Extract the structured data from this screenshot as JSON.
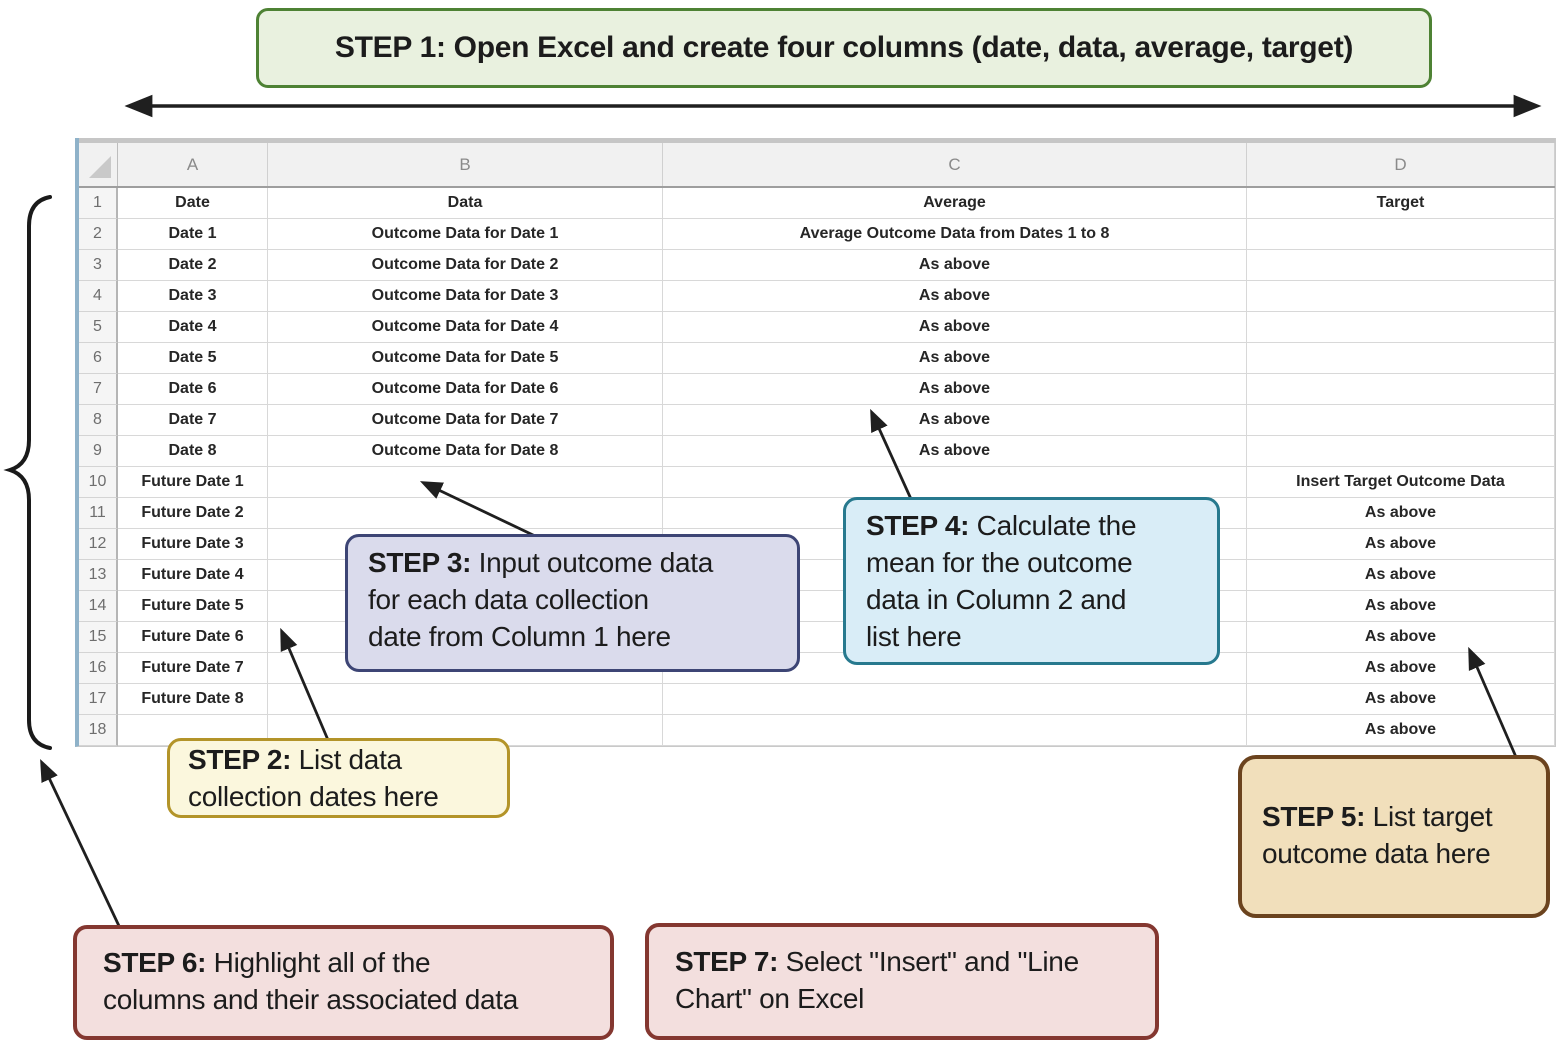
{
  "step1": {
    "prefix": "STEP 1:",
    "text": "Open Excel and create four columns (date, data, average, target)"
  },
  "callouts": [
    {
      "id": "step2",
      "prefix": "STEP 2:",
      "text": " List data\ncollection dates here",
      "fill": "#fbf7dd",
      "border": "#b39429"
    },
    {
      "id": "step3",
      "prefix": "STEP 3:",
      "text": " Input outcome data\nfor each data collection\ndate from Column 1 here",
      "fill": "#dadbec",
      "border": "#3d4575"
    },
    {
      "id": "step4",
      "prefix": "STEP 4:",
      "text": " Calculate the\nmean for the outcome\ndata in Column 2 and\nlist here",
      "fill": "#d9edf7",
      "border": "#27798e"
    },
    {
      "id": "step5",
      "prefix": "STEP 5:",
      "text": " List target\noutcome data here",
      "fill": "#f1dfbb",
      "border": "#6b431e"
    },
    {
      "id": "step6",
      "prefix": "STEP 6:",
      "text": " Highlight all of the\ncolumns and their associated data",
      "fill": "#f3dfde",
      "border": "#843730"
    },
    {
      "id": "step7",
      "prefix": "STEP 7:",
      "text": " Select \"Insert\" and \"Line\nChart\" on Excel",
      "fill": "#f3dfde",
      "border": "#843730"
    }
  ],
  "colors": {
    "step1_fill": "#e9f1df",
    "step1_border": "#4e8234",
    "arrow": "#1f1f1f",
    "grid_line": "#d8d8d8",
    "sheet_left_strip": "#8fb2c9"
  },
  "spreadsheet": {
    "column_letters": [
      "A",
      "B",
      "C",
      "D"
    ],
    "rows": [
      {
        "num": "1",
        "cells": [
          "Date",
          "Data",
          "Average",
          "Target"
        ]
      },
      {
        "num": "2",
        "cells": [
          "Date 1",
          "Outcome Data for Date 1",
          "Average Outcome Data from Dates 1 to 8",
          ""
        ]
      },
      {
        "num": "3",
        "cells": [
          "Date 2",
          "Outcome Data for Date 2",
          "As above",
          ""
        ]
      },
      {
        "num": "4",
        "cells": [
          "Date 3",
          "Outcome Data for Date 3",
          "As above",
          ""
        ]
      },
      {
        "num": "5",
        "cells": [
          "Date 4",
          "Outcome Data for Date 4",
          "As above",
          ""
        ]
      },
      {
        "num": "6",
        "cells": [
          "Date 5",
          "Outcome Data for Date 5",
          "As above",
          ""
        ]
      },
      {
        "num": "7",
        "cells": [
          "Date 6",
          "Outcome Data for Date 6",
          "As above",
          ""
        ]
      },
      {
        "num": "8",
        "cells": [
          "Date 7",
          "Outcome Data for Date 7",
          "As above",
          ""
        ]
      },
      {
        "num": "9",
        "cells": [
          "Date 8",
          "Outcome Data for Date 8",
          "As above",
          ""
        ]
      },
      {
        "num": "10",
        "cells": [
          "Future Date 1",
          "",
          "",
          "Insert Target Outcome Data"
        ]
      },
      {
        "num": "11",
        "cells": [
          "Future Date 2",
          "",
          "",
          "As above"
        ]
      },
      {
        "num": "12",
        "cells": [
          "Future Date 3",
          "",
          "",
          "As above"
        ]
      },
      {
        "num": "13",
        "cells": [
          "Future Date 4",
          "",
          "",
          "As above"
        ]
      },
      {
        "num": "14",
        "cells": [
          "Future Date 5",
          "",
          "",
          "As above"
        ]
      },
      {
        "num": "15",
        "cells": [
          "Future Date 6",
          "",
          "",
          "As above"
        ]
      },
      {
        "num": "16",
        "cells": [
          "Future Date 7",
          "",
          "",
          "As above"
        ]
      },
      {
        "num": "17",
        "cells": [
          "Future Date 8",
          "",
          "",
          "As above"
        ]
      },
      {
        "num": "18",
        "cells": [
          "",
          "",
          "",
          "As above"
        ]
      }
    ]
  }
}
